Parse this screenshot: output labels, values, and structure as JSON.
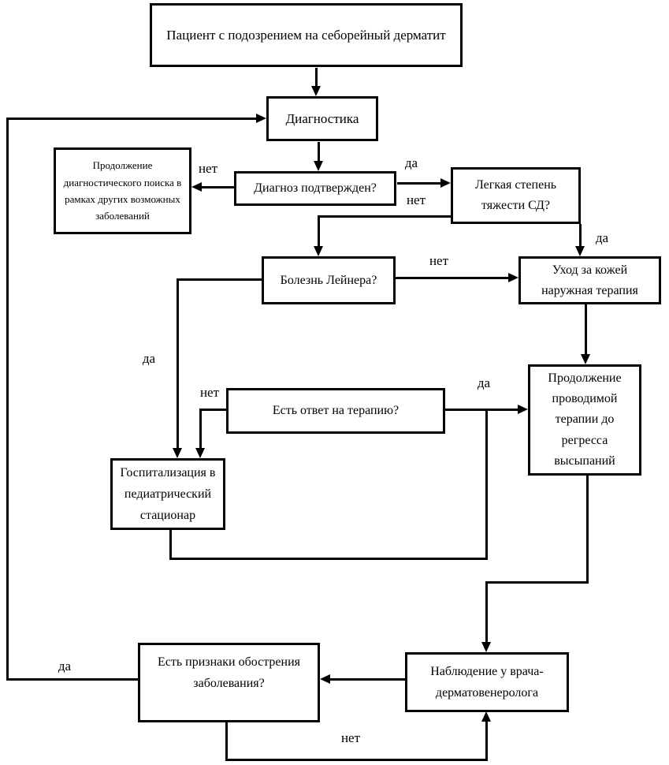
{
  "diagram": {
    "type": "flowchart",
    "language": "ru",
    "nodes": {
      "patient": "Пациент с подозрением на себорейный дерматит",
      "diagnostics": "Диагностика",
      "diagnosis_confirmed": "Диагноз подтвержден?",
      "continue_search": "Продолжение диагностического поиска в рамках других возможных заболеваний",
      "mild_severity": "Легкая степень тяжести СД?",
      "leiner_disease": "Болезнь Лейнера?",
      "skin_care": "Уход за кожей наружная терапия",
      "therapy_response": "Есть ответ на терапию?",
      "continue_therapy": "Продолжение проводимой терапии до регресса высыпаний",
      "hospitalization": "Госпитализация в педиатрический стационар",
      "observation": "Наблюдение у врача-дерматовенеролога",
      "exacerbation": "Есть признаки обострения заболевания?"
    },
    "labels": {
      "yes": "да",
      "no": "нет"
    },
    "edges": [
      {
        "from": "patient",
        "to": "diagnostics",
        "label": ""
      },
      {
        "from": "diagnostics",
        "to": "diagnosis_confirmed",
        "label": ""
      },
      {
        "from": "diagnosis_confirmed",
        "to": "continue_search",
        "label": "нет"
      },
      {
        "from": "diagnosis_confirmed",
        "to": "mild_severity",
        "label": "да"
      },
      {
        "from": "mild_severity",
        "to": "leiner_disease",
        "label": "нет"
      },
      {
        "from": "mild_severity",
        "to": "skin_care",
        "label": "да"
      },
      {
        "from": "leiner_disease",
        "to": "skin_care",
        "label": "нет"
      },
      {
        "from": "leiner_disease",
        "to": "hospitalization",
        "label": "да"
      },
      {
        "from": "skin_care",
        "to": "continue_therapy",
        "label": ""
      },
      {
        "from": "therapy_response",
        "to": "continue_therapy",
        "label": "да"
      },
      {
        "from": "therapy_response",
        "to": "hospitalization",
        "label": "нет"
      },
      {
        "from": "hospitalization",
        "to": "continue_therapy",
        "label": ""
      },
      {
        "from": "continue_therapy",
        "to": "observation",
        "label": ""
      },
      {
        "from": "observation",
        "to": "exacerbation",
        "label": ""
      },
      {
        "from": "exacerbation",
        "to": "diagnostics",
        "label": "да"
      },
      {
        "from": "exacerbation",
        "to": "observation",
        "label": "нет"
      }
    ],
    "colors": {
      "line": "#000000",
      "background": "#ffffff",
      "text": "#000000"
    }
  }
}
